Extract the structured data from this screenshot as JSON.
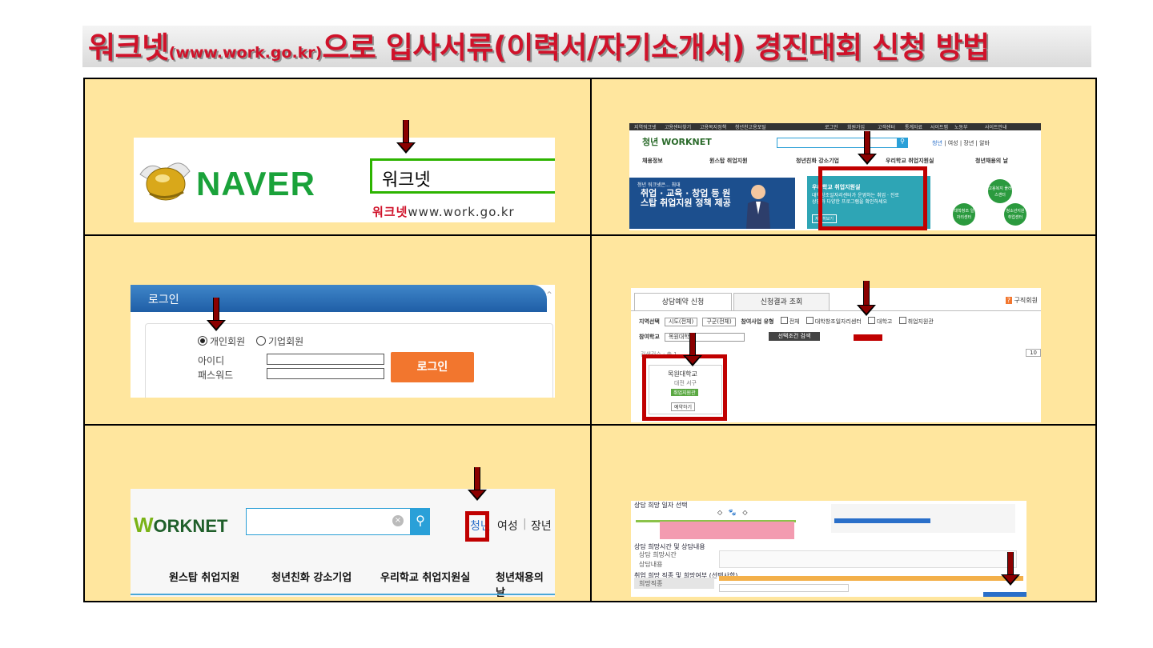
{
  "title": {
    "main_prefix": "워크넷",
    "main_url": "(www.work.go.kr)",
    "main_suffix": "으로 입사서류(이력서/자기소개서) 경진대회 신청 방법"
  },
  "colors": {
    "title_red": "#d0122a",
    "cell_bg": "#ffe69e",
    "arrow": "#8b0000",
    "highlight": "#c00000"
  },
  "step1_naver": {
    "logo": "NAVER",
    "search_value": "워크넷",
    "suggestion_bold": "워크넷",
    "suggestion_rest": "www.work.go.kr"
  },
  "step2_worknet_home": {
    "top_links": [
      "지역워크넷",
      "고용센터찾기",
      "고용복지정책",
      "청년친고용포털",
      "로그인",
      "회원가입",
      "고객센터",
      "통계자료",
      "사이트맵",
      "노동부",
      "사이트안내"
    ],
    "logo_text": "청년 WORKNET",
    "search_nav": [
      "청년",
      "여성",
      "장년",
      "알바"
    ],
    "menu": [
      "채용정보",
      "원스탑 취업지원",
      "청년친화 강소기업",
      "우리학교 취업지원실",
      "청년채용의 날"
    ],
    "banner_small": "청년 워크넷은... 최대",
    "banner_main": "취업 · 교육 · 창업 등 원스탑 취업지원 정책 제공",
    "highlight_title": "우리학교 취업지원실",
    "highlight_text": "대학창조일자리센터가 운영하는 취업 · 진로 상담과 다양한 프로그램을 확인하세요",
    "highlight_btn": "자세히보기",
    "circle_labels": [
      "고용복지 플러스센터",
      "대학창조 일자리센터",
      "청소년지원 취업센터"
    ]
  },
  "step3_login": {
    "header": "로그인",
    "radio_personal": "개인회원",
    "radio_company": "기업회원",
    "id_label": "아이디",
    "pw_label": "패스워드",
    "login_button": "로그인"
  },
  "step4_apply": {
    "tab_active": "상담예약 신청",
    "tab_other": "신청결과 조회",
    "top_right": "구직회원",
    "region_label": "지역선택",
    "region_sido": "시도(전체)",
    "region_gugun": "구군(전체)",
    "type_label": "참여사업 유형",
    "type_options": [
      "전체",
      "대학창조일자리센터",
      "대학고",
      "취업지원관"
    ],
    "school_label": "참여학교",
    "school_value": "목원대학교",
    "search_button": "선택조건 검색",
    "result_label": "검색건수 : 총 1",
    "page_size": "10",
    "card_name": "목원대학교",
    "card_region": "대전 서구",
    "card_tag": "취업지원관",
    "card_button": "예약하기"
  },
  "step5_worknet_nav": {
    "logo_w": "W",
    "logo_rest": "ORKNET",
    "nav_youth": "청년",
    "nav_women": "여성",
    "nav_senior": "장년",
    "menu": [
      "원스탑 취업지원",
      "청년친화 강소기업",
      "우리학교 취업지원실",
      "청년채용의 날"
    ]
  },
  "step6_form": {
    "section1": "상담 희망 일자 선택",
    "section2": "상담 희망시간 및 상담내용",
    "section3": "취업 희망 직종 및 희망여부 (선택사항)",
    "row_label1": "상담 희망시간",
    "row_label2": "상담내용",
    "row_label3": "희망직종"
  }
}
